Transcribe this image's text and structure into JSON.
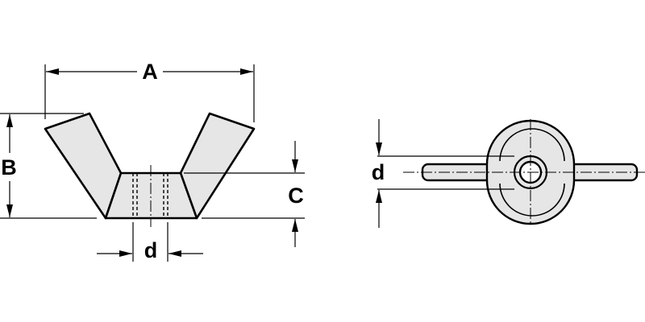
{
  "labels": {
    "side_width": "A",
    "side_height": "B",
    "side_body_height": "C",
    "side_thread": "d",
    "top_thread": "d"
  },
  "colors": {
    "stroke": "#000000",
    "fill": "#e6e6e6",
    "background": "#ffffff"
  }
}
